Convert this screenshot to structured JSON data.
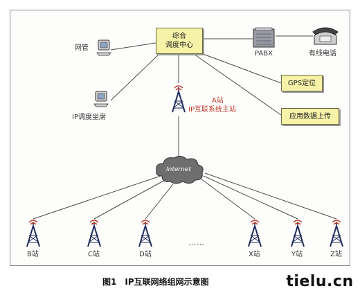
{
  "diagram": {
    "center": {
      "line1": "综合",
      "line2": "调度中心"
    },
    "network_mgmt_label": "网管",
    "ip_seat_label": "IP调度坐席",
    "pabx_label": "PABX",
    "wired_phone_label": "有线电话",
    "gps_label": "GPS定位",
    "app_upload_label": "应用数据上传",
    "main_station": {
      "line1": "A站",
      "line2": "IP互联系统主站"
    },
    "internet_label": "Internet",
    "stations": [
      "B站",
      "C站",
      "D站",
      "X站",
      "Y站",
      "Z站"
    ],
    "ellipsis": "……"
  },
  "caption": {
    "figure_no": "图1",
    "title": "IP互联网络组网示意图"
  },
  "watermark": "tielu.cn",
  "colors": {
    "box_fill": "#f6f2a8",
    "tower_red": "#c0392b",
    "tower_blue": "#1f2a5c",
    "line": "#4a4a4a"
  }
}
